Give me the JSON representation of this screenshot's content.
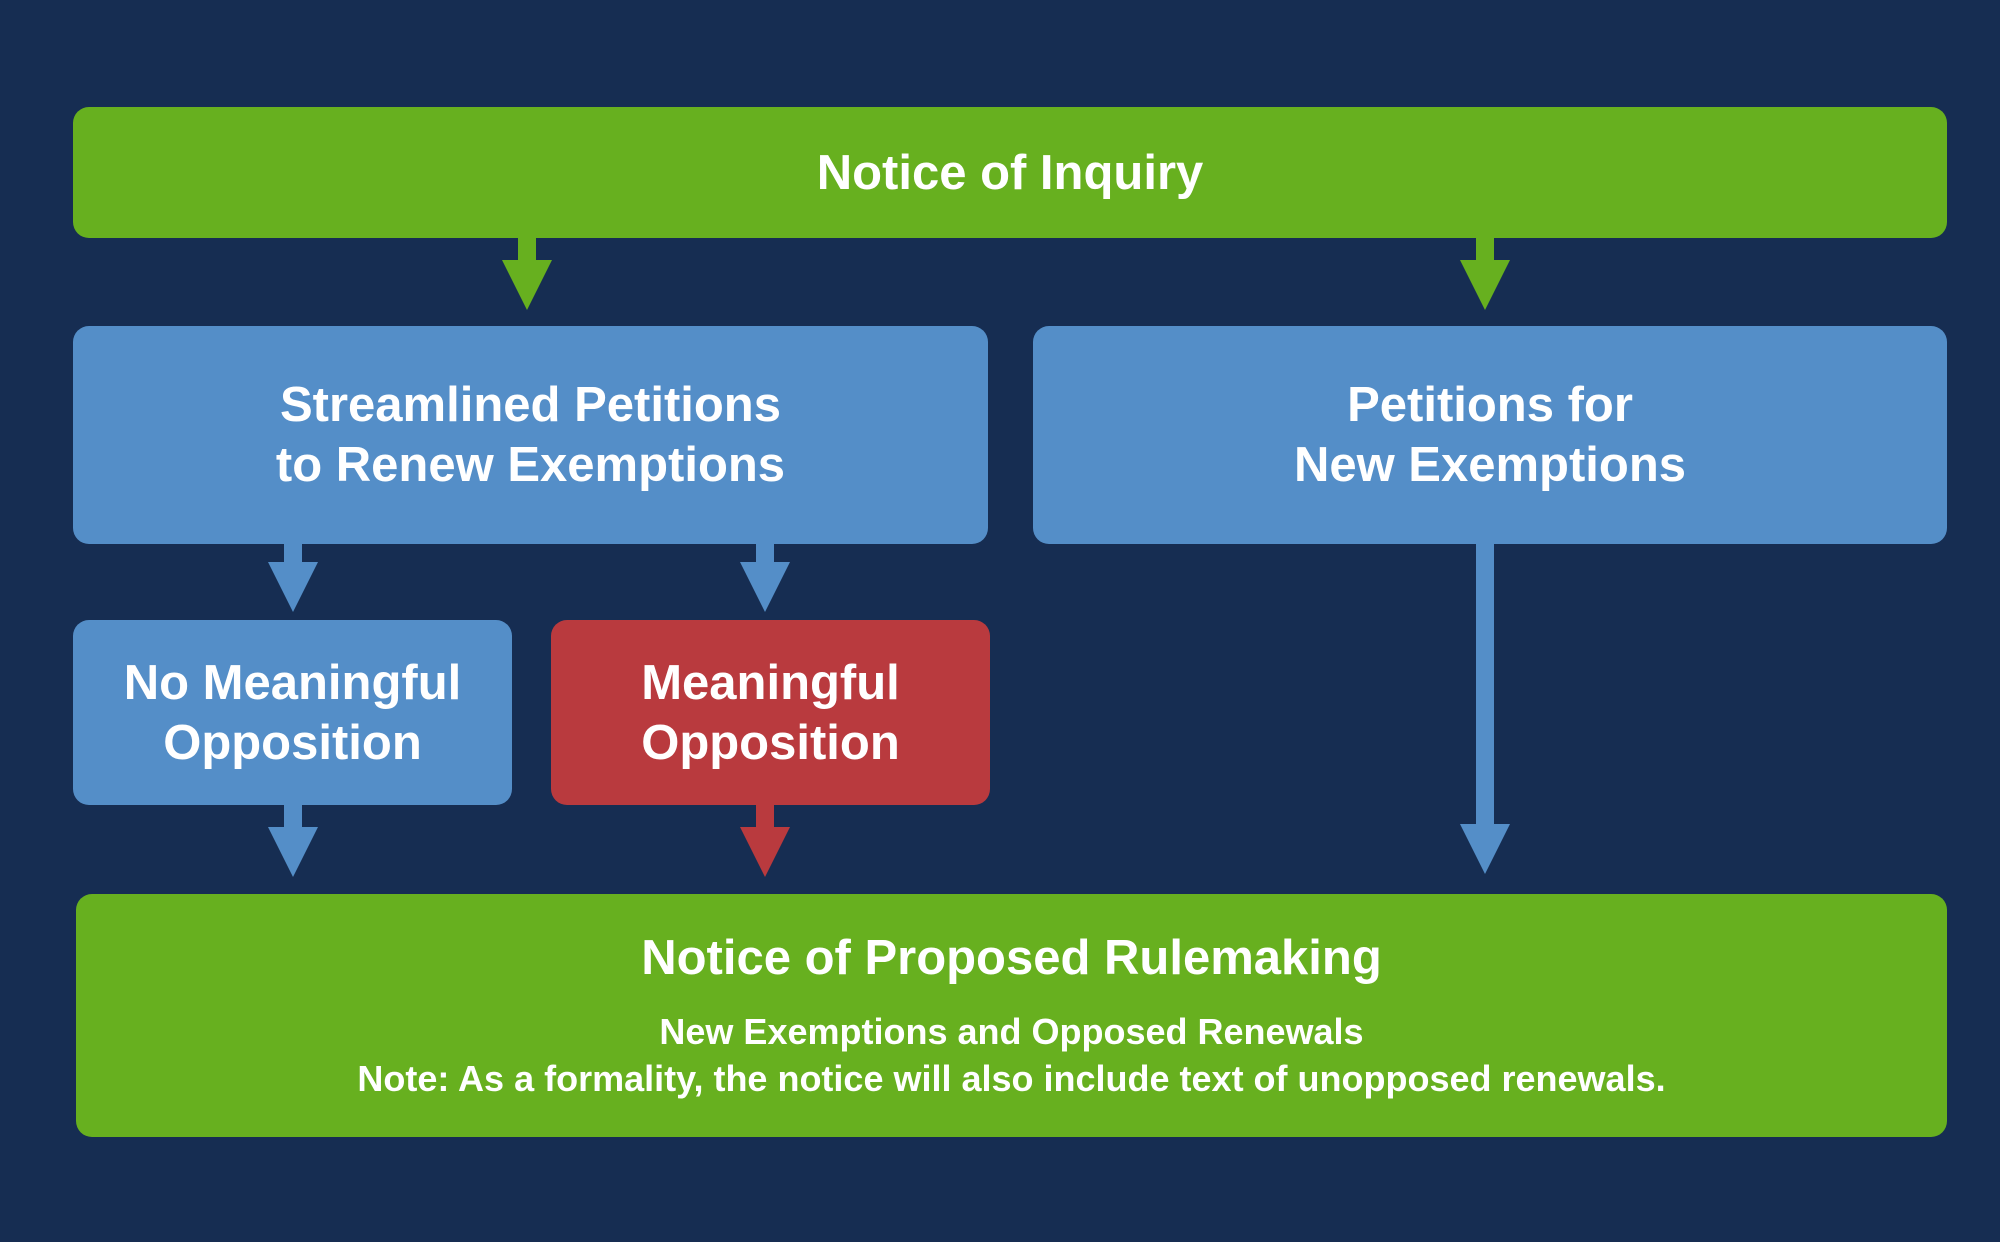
{
  "nodes": {
    "inquiry": {
      "label": "Notice of Inquiry"
    },
    "streamlined": {
      "line1": "Streamlined Petitions",
      "line2": "to Renew Exemptions"
    },
    "new_petitions": {
      "line1": "Petitions for",
      "line2": "New Exemptions"
    },
    "no_opposition": {
      "line1": "No Meaningful",
      "line2": "Opposition"
    },
    "opposition": {
      "line1": "Meaningful",
      "line2": "Opposition"
    },
    "nprm": {
      "title": "Notice of Proposed Rulemaking",
      "subtitle": "New Exemptions and Opposed Renewals",
      "note": "Note: As a formality, the notice will also include text of unopposed renewals."
    }
  },
  "colors": {
    "background": "#162d52",
    "green": "#67b01f",
    "blue": "#548ec8",
    "red": "#b93a3e"
  }
}
